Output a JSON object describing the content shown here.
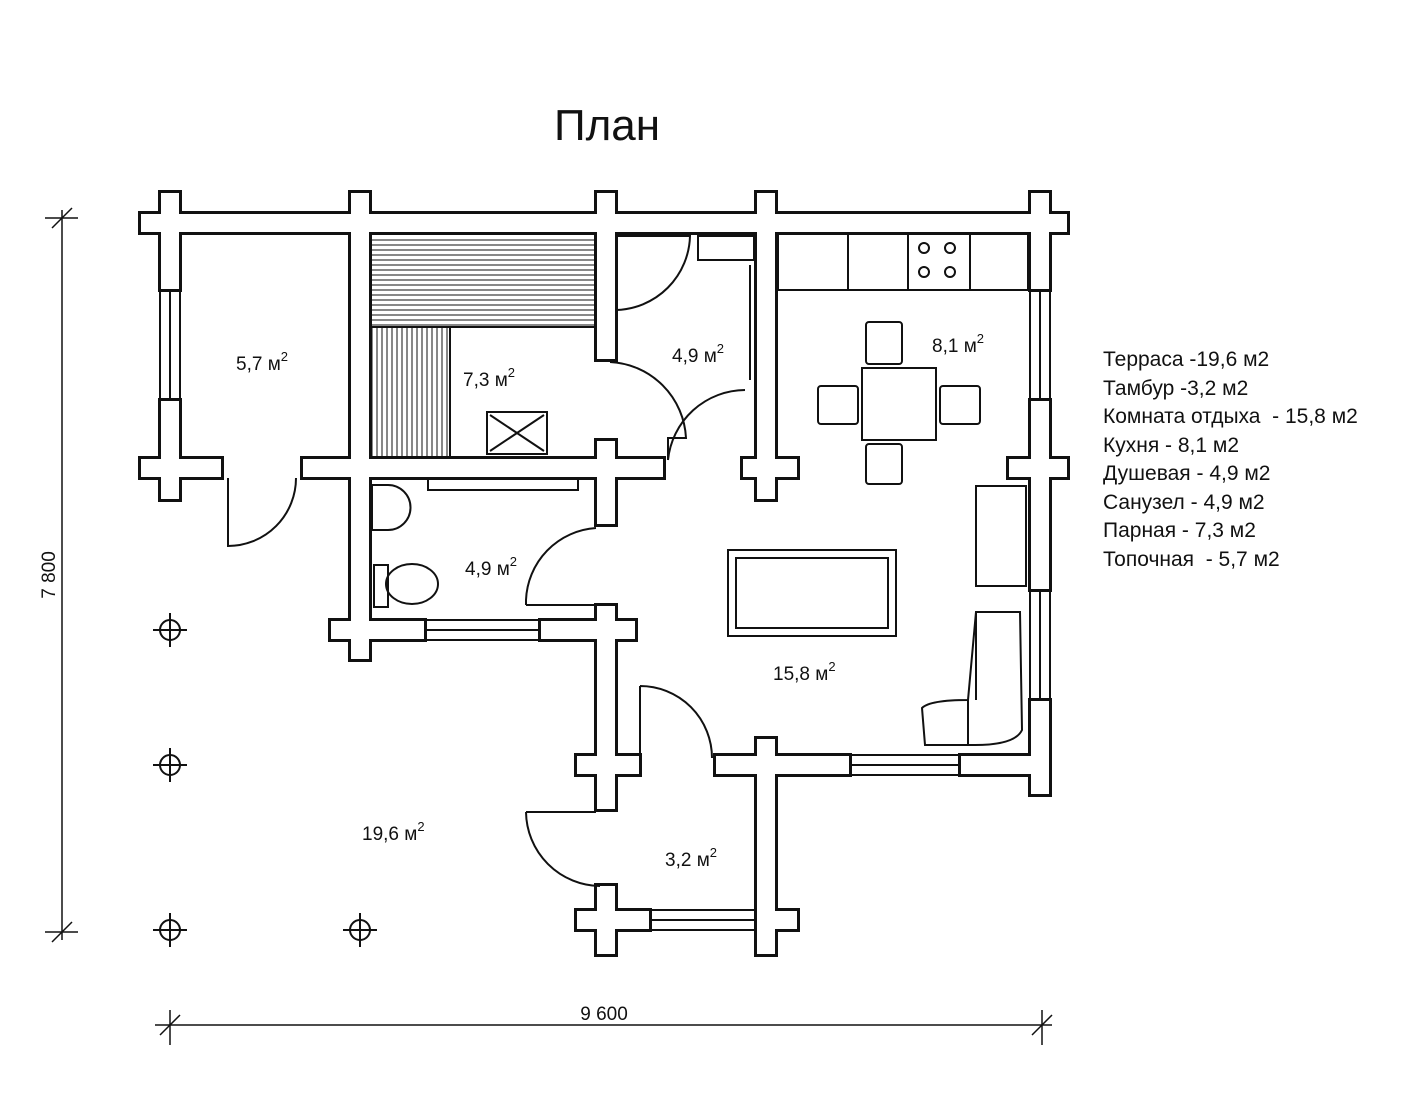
{
  "title": "План",
  "rooms": [
    {
      "id": "topochnaya",
      "area": "5,7 м",
      "sup": "2"
    },
    {
      "id": "parnaya",
      "area": "7,3 м",
      "sup": "2"
    },
    {
      "id": "dushevaya",
      "area": "4,9 м",
      "sup": "2"
    },
    {
      "id": "kukhnya",
      "area": "8,1 м",
      "sup": "2"
    },
    {
      "id": "sanuzel",
      "area": "4,9 м",
      "sup": "2"
    },
    {
      "id": "komnata",
      "area": "15,8 м",
      "sup": "2"
    },
    {
      "id": "terrasa",
      "area": "19,6 м",
      "sup": "2"
    },
    {
      "id": "tambur",
      "area": "3,2 м",
      "sup": "2"
    }
  ],
  "legend": [
    "Терраса -19,6 м2",
    "Тамбур -3,2 м2",
    "Комната отдыха  - 15,8 м2",
    "Кухня - 8,1 м2",
    "Душевая - 4,9 м2",
    "Санузел - 4,9 м2",
    "Парная - 7,3 м2",
    "Топочная  - 5,7 м2"
  ],
  "dimensions": {
    "height": "7 800",
    "width": "9 600"
  }
}
